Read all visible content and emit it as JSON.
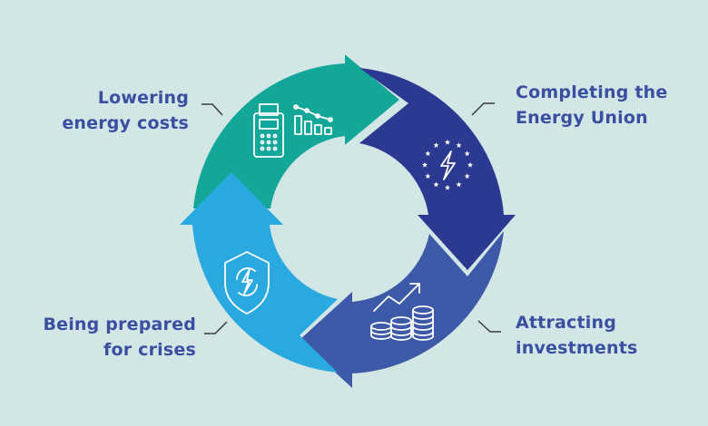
{
  "diagram": {
    "segments": [
      {
        "id": "lowering-energy-costs",
        "label_lines": [
          "Lowering",
          "energy costs"
        ],
        "color": "#13a79a",
        "icon": "payment-terminal-and-declining-chart-icon"
      },
      {
        "id": "completing-energy-union",
        "label_lines": [
          "Completing the",
          "Energy Union"
        ],
        "color": "#2b3990",
        "icon": "eu-stars-lightning-icon"
      },
      {
        "id": "attracting-investments",
        "label_lines": [
          "Attracting",
          "investments"
        ],
        "color": "#3d5aa8",
        "icon": "coin-stacks-rising-arrow-icon"
      },
      {
        "id": "being-prepared-for-crises",
        "label_lines": [
          "Being prepared",
          "for crises"
        ],
        "color": "#2aa9e0",
        "icon": "shield-lightning-icon"
      }
    ],
    "background_color": "#d3e6e6",
    "label_color": "#3a4fa0",
    "icon_color": "#ffffff",
    "connector_color": "#3a3a3a"
  }
}
